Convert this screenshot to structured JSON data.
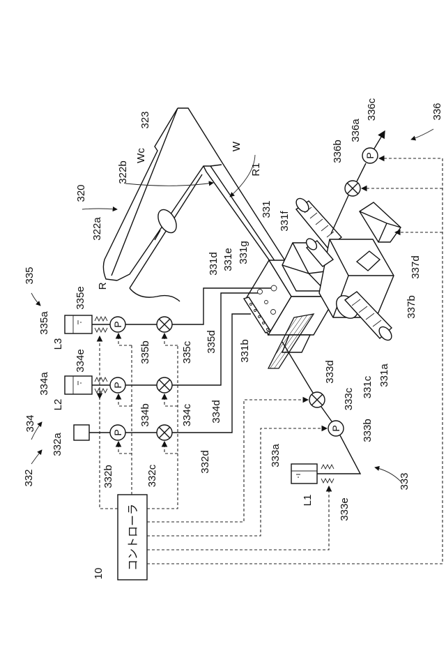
{
  "figure": {
    "controller": {
      "ref": "10",
      "text": "コントローラ"
    },
    "pump_symbol": "P",
    "labels": {
      "l320": "320",
      "l322a": "322a",
      "l322b": "322b",
      "l323": "323",
      "lWc": "Wc",
      "lW": "W",
      "lR1": "R1",
      "lR": "R",
      "l331": "331",
      "l331a": "331a",
      "l331b": "331b",
      "l331c": "331c",
      "l331d": "331d",
      "l331e": "331e",
      "l331f": "331f",
      "l331g": "331g",
      "l332": "332",
      "l332a": "332a",
      "l332b": "332b",
      "l332c": "332c",
      "l332d": "332d",
      "l333": "333",
      "l333a": "333a",
      "l333b": "333b",
      "l333c": "333c",
      "l333d": "333d",
      "l333e": "333e",
      "lL1": "L1",
      "l334": "334",
      "l334a": "334a",
      "l334b": "334b",
      "l334c": "334c",
      "l334d": "334d",
      "l334e": "334e",
      "lL2": "L2",
      "l335": "335",
      "l335a": "335a",
      "l335b": "335b",
      "l335c": "335c",
      "l335d": "335d",
      "l335e": "335e",
      "lL3": "L3",
      "l336": "336",
      "l336a": "336a",
      "l336b": "336b",
      "l336c": "336c",
      "l337b": "337b",
      "l337d": "337d"
    }
  }
}
